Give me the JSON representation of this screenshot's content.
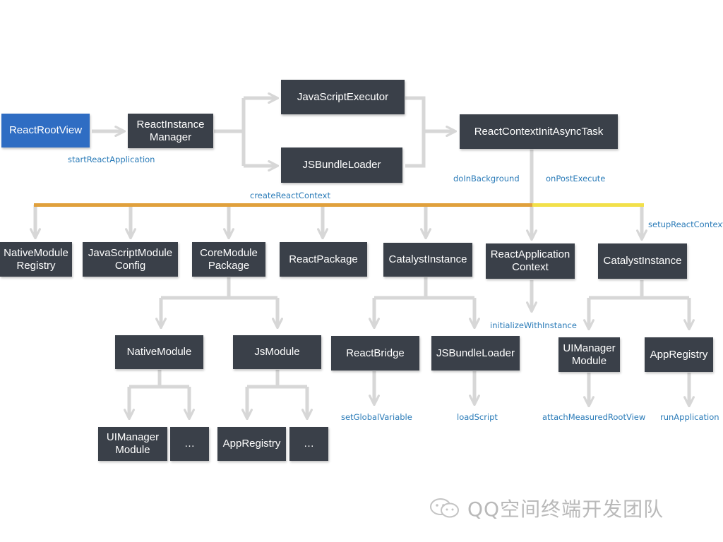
{
  "nodes": {
    "react_root_view": "ReactRootView",
    "react_instance_manager": "ReactInstance\nManager",
    "javascript_executor": "JavaScriptExecutor",
    "js_bundle_loader_top": "JSBundleLoader",
    "react_context_init_async_task": "ReactContextInitAsyncTask",
    "native_module_registry": "NativeModule\nRegistry",
    "javascript_module_config": "JavaScriptModule\nConfig",
    "core_module_package": "CoreModule\nPackage",
    "react_package": "ReactPackage",
    "catalyst_instance_left": "CatalystInstance",
    "react_application_context": "ReactApplication\nContext",
    "catalyst_instance_right": "CatalystInstance",
    "native_module": "NativeModule",
    "js_module": "JsModule",
    "react_bridge": "ReactBridge",
    "js_bundle_loader_bottom": "JSBundleLoader",
    "ui_manager_module_right": "UIManager\nModule",
    "app_registry_right": "AppRegistry",
    "ui_manager_module_left": "UIManager\nModule",
    "ellipsis_left": "…",
    "app_registry_left": "AppRegistry",
    "ellipsis_right": "…"
  },
  "labels": {
    "start_react_application": "startReactApplication",
    "do_in_background": "doInBackground",
    "on_post_execute": "onPostExecute",
    "create_react_context": "createReactContext",
    "setup_react_context": "setupReactContext",
    "initialize_with_instance": "initializeWithInstance",
    "set_global_variable": "setGlobalVariable",
    "load_script": "loadScript",
    "attach_measured_root_view": "attachMeasuredRootView",
    "run_application": "runApplication"
  },
  "watermark": {
    "text": "QQ空间终端开发团队",
    "icon": "wechat-icon"
  },
  "colors": {
    "node_fill": "#3a4049",
    "root_node_fill": "#2f6dc3",
    "label_text": "#2a7bb8",
    "connector": "#d7d7d7",
    "bar_orange": "#e0a03c",
    "bar_yellow": "#f2e04a"
  }
}
